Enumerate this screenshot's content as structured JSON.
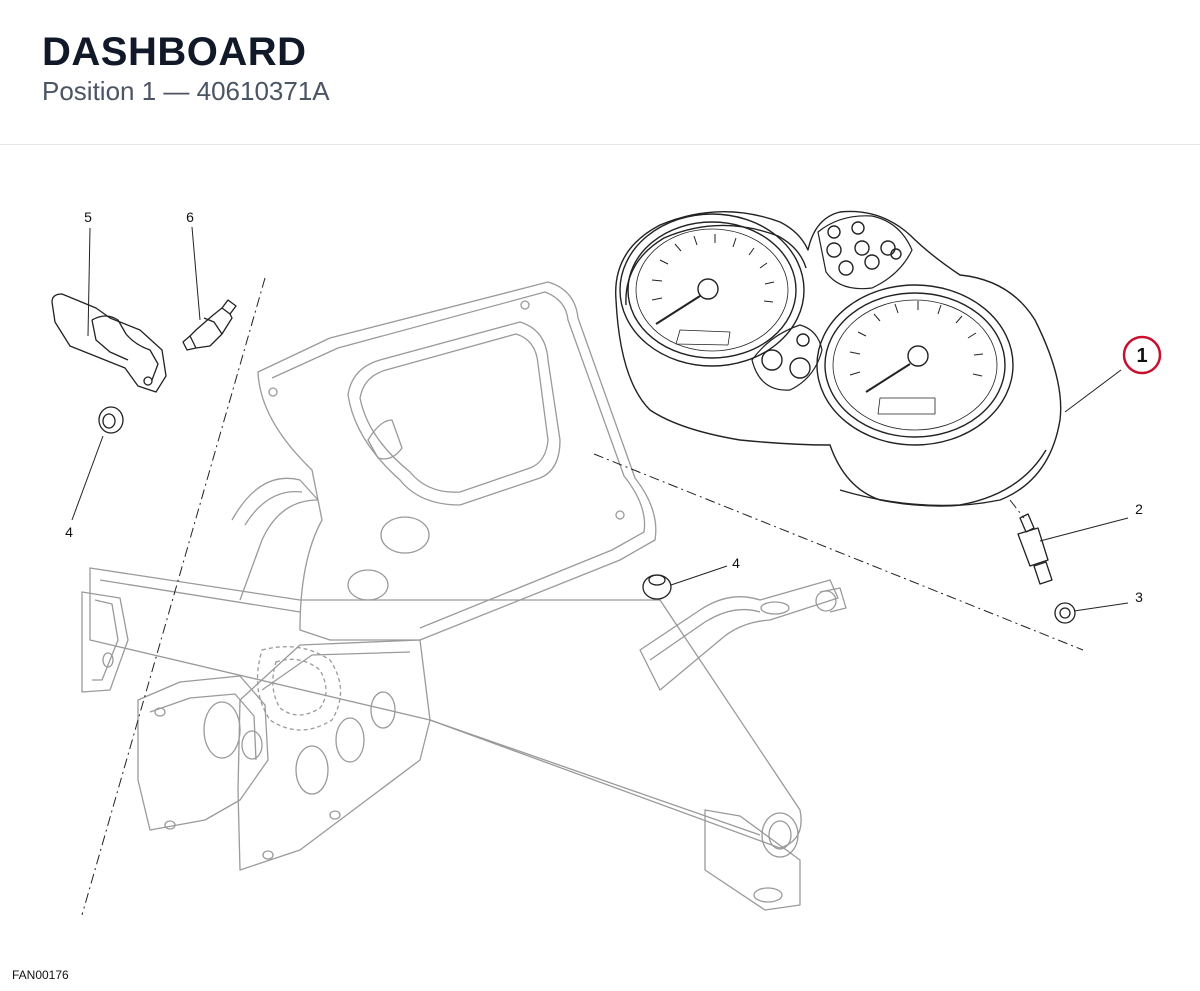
{
  "header": {
    "title": "DASHBOARD",
    "subtitle": "Position 1 — 40610371A"
  },
  "callouts": [
    {
      "id": "1",
      "label": "1",
      "highlighted": true
    },
    {
      "id": "2",
      "label": "2"
    },
    {
      "id": "3",
      "label": "3"
    },
    {
      "id": "4a",
      "label": "4"
    },
    {
      "id": "4b",
      "label": "4"
    },
    {
      "id": "5",
      "label": "5"
    },
    {
      "id": "6",
      "label": "6"
    }
  ],
  "footer": {
    "reference_code": "FAN00176"
  },
  "colors": {
    "line": "#222222",
    "faint_line": "#bbbbbb",
    "highlight": "#c8102e",
    "title": "#111827",
    "subtitle": "#4b5563"
  }
}
